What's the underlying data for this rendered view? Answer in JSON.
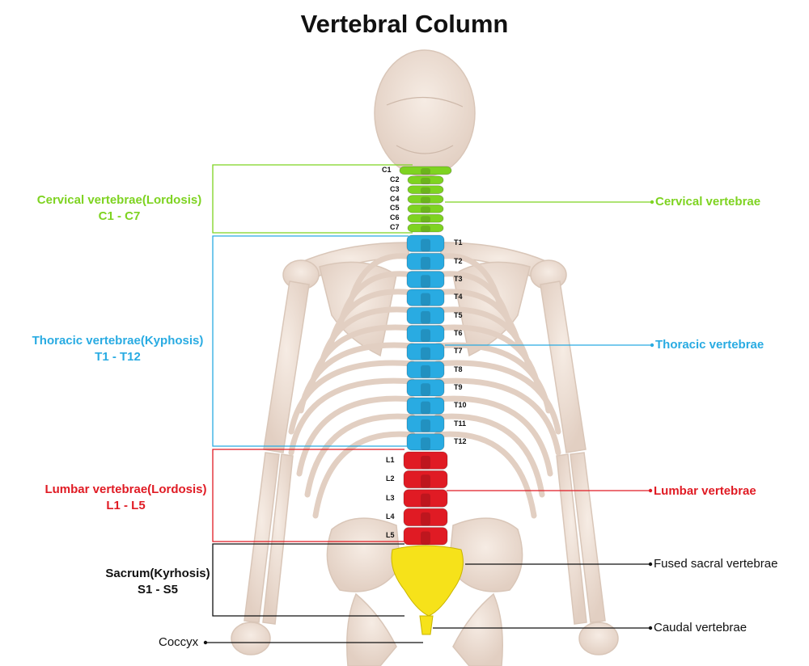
{
  "title": "Vertebral Column",
  "colors": {
    "cervical": "#7ed321",
    "thoracic": "#29abe2",
    "lumbar": "#e01b24",
    "sacrum": "#111111",
    "skeleton": "#e9d8cd"
  },
  "regions": [
    {
      "key": "cervical",
      "name": "Cervical vertebrae(Lordosis)",
      "range": "C1 - C7",
      "side_label": "Cervical vertebrae"
    },
    {
      "key": "thoracic",
      "name": "Thoracic vertebrae(Kyphosis)",
      "range": "T1 - T12",
      "side_label": "Thoracic vertebrae"
    },
    {
      "key": "lumbar",
      "name": "Lumbar vertebrae(Lordosis)",
      "range": "L1 - L5",
      "side_label": "Lumbar vertebrae"
    },
    {
      "key": "sacrum",
      "name": "Sacrum(Kyrhosis)",
      "range": "S1 - S5",
      "side_label": "Fused sacral vertebrae"
    }
  ],
  "caudal_label": "Caudal vertebrae",
  "coccyx_label": "Coccyx",
  "vertebra_labels": {
    "cervical": [
      "C1",
      "C2",
      "C3",
      "C4",
      "C5",
      "C6",
      "C7"
    ],
    "thoracic": [
      "T1",
      "T2",
      "T3",
      "T4",
      "T5",
      "T6",
      "T7",
      "T8",
      "T9",
      "T10",
      "T11",
      "T12"
    ],
    "lumbar": [
      "L1",
      "L2",
      "L3",
      "L4",
      "L5"
    ]
  }
}
